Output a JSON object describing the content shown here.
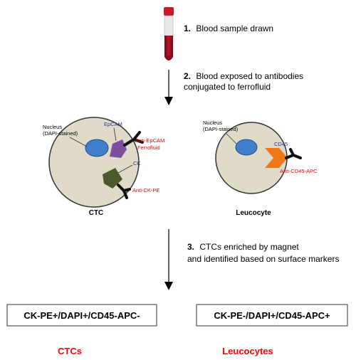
{
  "steps": {
    "step1_num": "1.",
    "step1_text": "Blood sample drawn",
    "step2_num": "2.",
    "step2_line1": "Blood exposed to antibodies",
    "step2_line2": "conjugated to ferrofluid",
    "step3_num": "3.",
    "step3_line1": "CTCs enriched by magnet",
    "step3_line2": "and identified based on surface markers"
  },
  "ctc": {
    "nucleus_line1": "Nucleus",
    "nucleus_line2": "(DAPI-stained)",
    "epcam": "EpCAM",
    "anti_epcam_line1": "Anti-EpCAM",
    "anti_epcam_line2": "Ferrofluid",
    "ck": "CK",
    "anti_ck": "Anti-CK-PE",
    "label": "CTC",
    "phenotype": "CK-PE+/DAPI+/CD45-APC-",
    "result": "CTCs"
  },
  "leucocyte": {
    "nucleus_line1": "Nucleus",
    "nucleus_line2": "(DAPI-stained)",
    "cd45": "CD45",
    "anti_cd45": "Anti-CD45-APC",
    "label": "Leucocyte",
    "phenotype": "CK-PE-/DAPI+/CD45-APC+",
    "result": "Leucocytes"
  },
  "colors": {
    "cell_fill": "#e0dac8",
    "nucleus_fill": "#3f7fc9",
    "epcam_fill": "#7d4fa0",
    "ck_fill": "#4a5a2c",
    "cd45_fill": "#f07818",
    "red_text": "#ff0000",
    "blue_text": "#1f3a8a",
    "tube_red": "#a0101e"
  }
}
